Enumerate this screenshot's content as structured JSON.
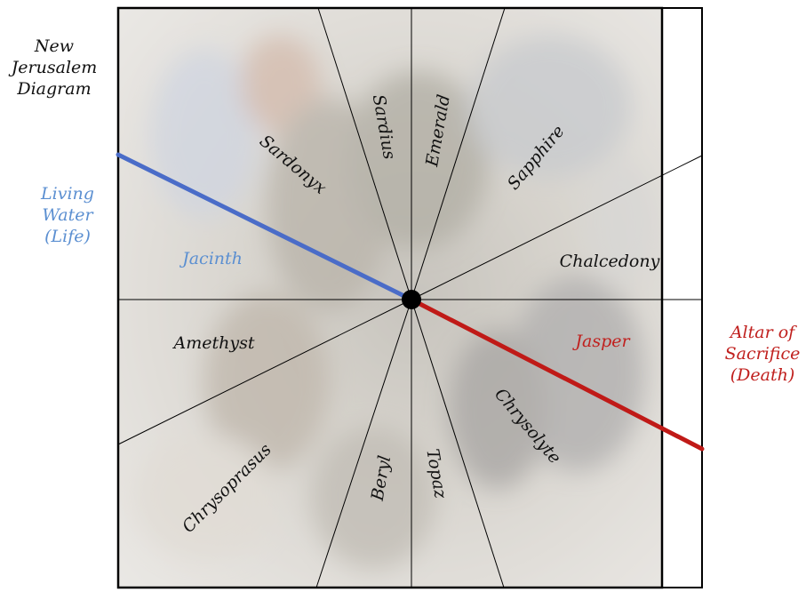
{
  "title_lines": [
    "New",
    "Jerusalem",
    "Diagram"
  ],
  "living_water": {
    "lines": [
      "Living",
      "Water",
      "(Life)"
    ],
    "color": "#5b8fd1"
  },
  "altar": {
    "lines": [
      "Altar of",
      "Sacrifice",
      "(Death)"
    ],
    "color": "#c0201e"
  },
  "line_colors": {
    "blue": "#4a6cc8",
    "red": "#c01a17"
  },
  "stones": {
    "sardius": "Sardius",
    "emerald": "Emerald",
    "sapphire": "Sapphire",
    "chalcedony": "Chalcedony",
    "jasper": "Jasper",
    "chrysolyte": "Chrysolyte",
    "topaz": "Topaz",
    "beryl": "Beryl",
    "chrysoprasus": "Chrysoprasus",
    "amethyst": "Amethyst",
    "jacinth": "Jacinth",
    "sardonyx": "Sardonyx"
  }
}
